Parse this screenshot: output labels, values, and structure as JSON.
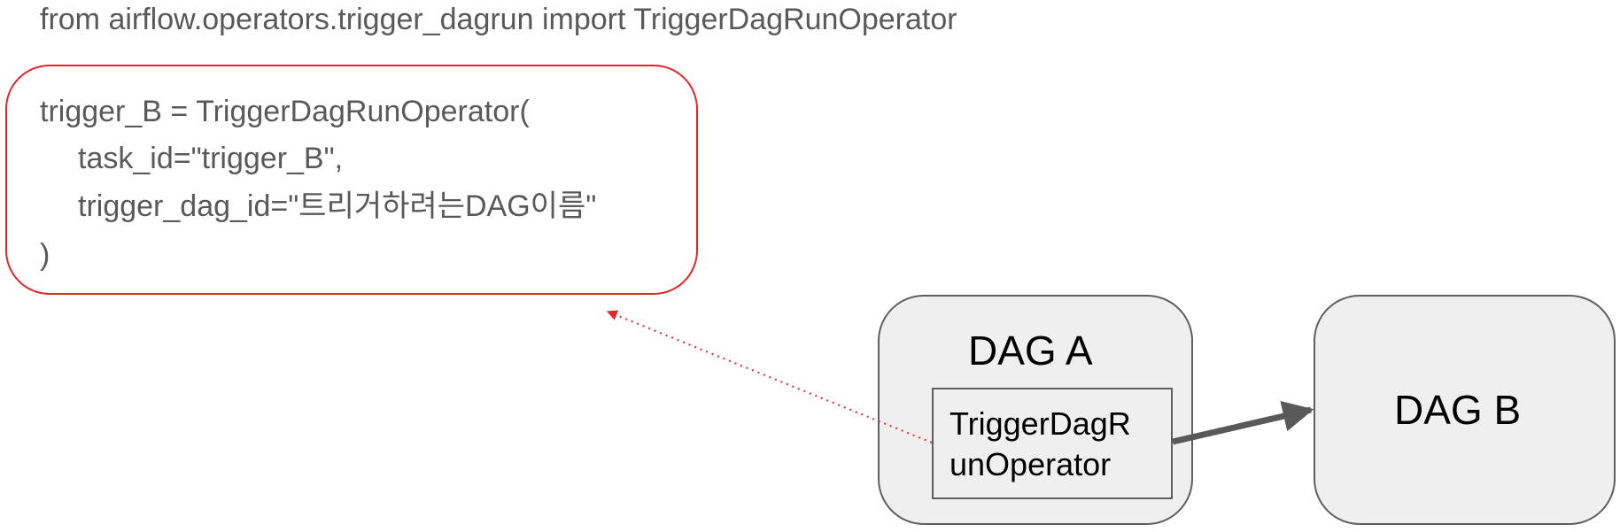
{
  "import_line": "from airflow.operators.trigger_dagrun import TriggerDagRunOperator",
  "code_box": {
    "lines": [
      "trigger_B = TriggerDagRunOperator(",
      "task_id=\"trigger_B\",",
      "trigger_dag_id=\"트리거하려는DAG이름\"",
      ")"
    ]
  },
  "dag_a": {
    "label": "DAG A",
    "operator": {
      "line1": "TriggerDagR",
      "line2": "unOperator"
    }
  },
  "dag_b": {
    "label": "DAG B"
  },
  "colors": {
    "highlight_border": "#e3262b",
    "dotted_arrow": "#e3262b",
    "solid_arrow": "#595959",
    "node_fill": "#efefef",
    "node_border": "#5f5f5f",
    "code_text": "#595959"
  }
}
